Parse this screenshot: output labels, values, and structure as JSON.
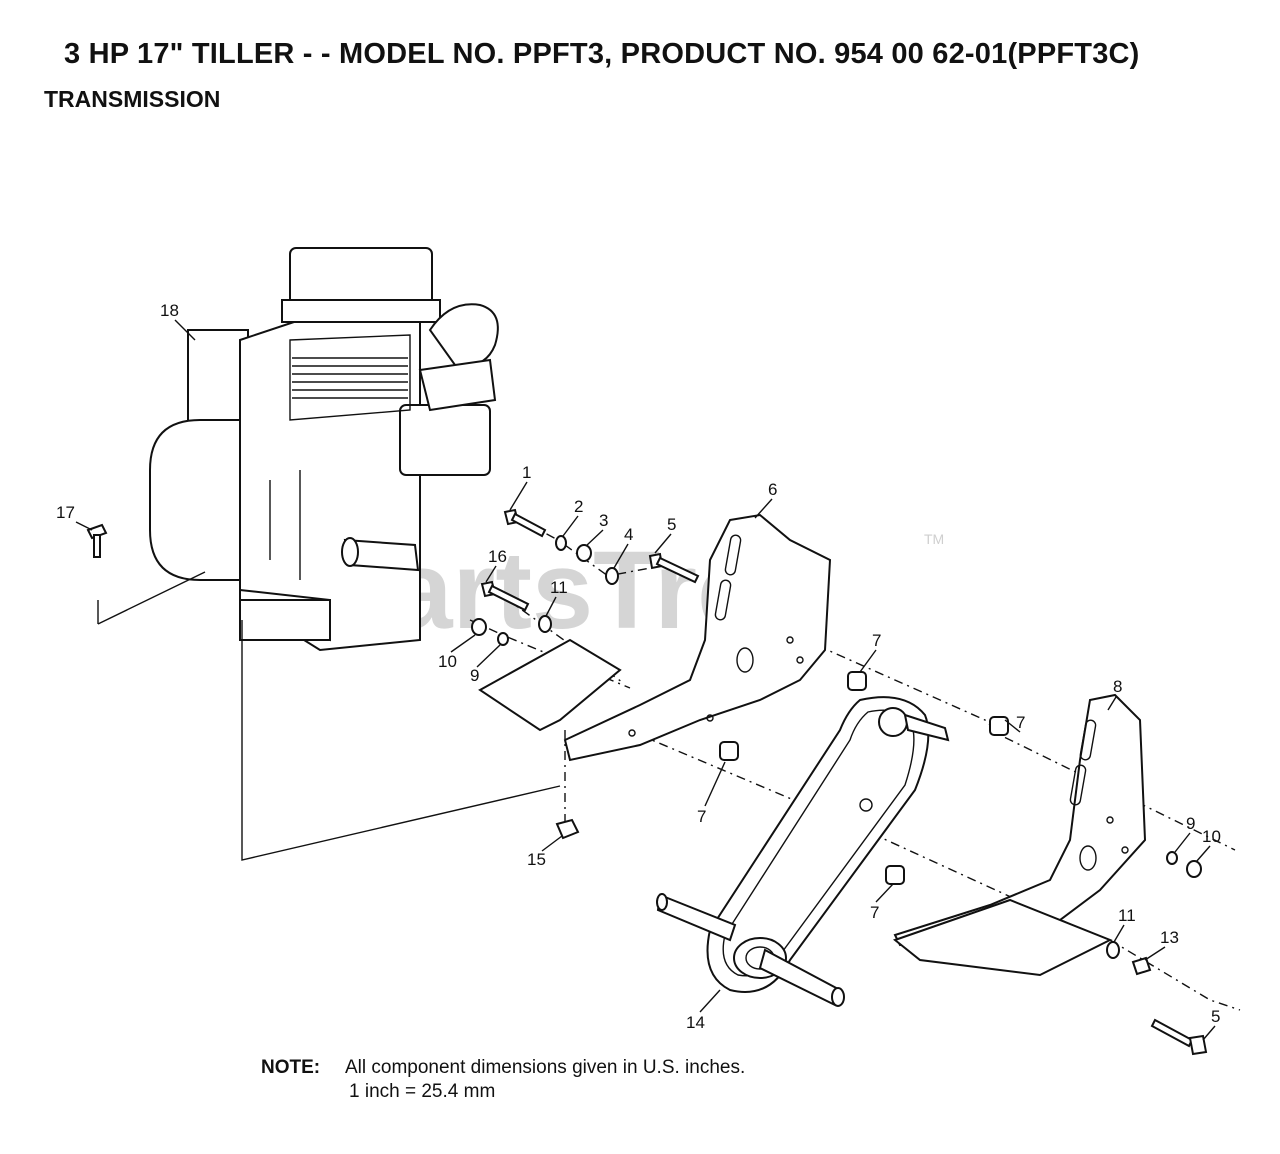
{
  "header": {
    "title": "3 HP 17\" TILLER - - MODEL NO. PPFT3, PRODUCT NO. 954 00 62-01(PPFT3C)",
    "subtitle": "TRANSMISSION"
  },
  "watermark": {
    "text": "PartsTree",
    "tm": "TM"
  },
  "note": {
    "label": "NOTE:",
    "line1": "All component dimensions given in U.S. inches.",
    "line2": "1 inch = 25.4 mm"
  },
  "callouts": {
    "c1": "1",
    "c2": "2",
    "c3": "3",
    "c4": "4",
    "c5a": "5",
    "c5b": "5",
    "c6": "6",
    "c7a": "7",
    "c7b": "7",
    "c7c": "7",
    "c7d": "7",
    "c8": "8",
    "c9a": "9",
    "c9b": "9",
    "c10a": "10",
    "c10b": "10",
    "c11a": "11",
    "c11b": "11",
    "c13": "13",
    "c14": "14",
    "c15": "15",
    "c16": "16",
    "c17": "17",
    "c18": "18"
  }
}
